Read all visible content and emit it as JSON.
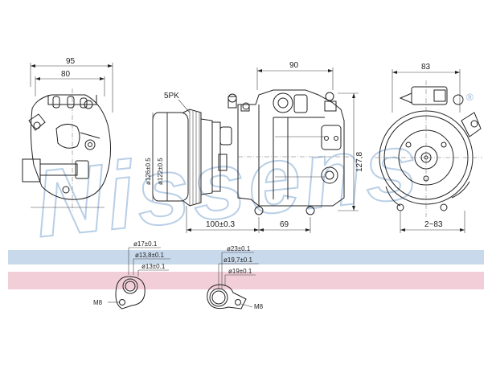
{
  "watermark": {
    "text": "Nissens",
    "registered": "®"
  },
  "colors": {
    "blue_band": "#c9d9ec",
    "pink_band": "#f2cfd8",
    "watermark": "#b9cfe6",
    "line": "#222222"
  },
  "dims": {
    "side_95": "95",
    "side_80": "80",
    "pulley_type": "5PK",
    "pulley_dia_126": "ø126±0.5",
    "pulley_dia_122": "ø122±0.5",
    "body_90": "90",
    "height_127_8": "127,8",
    "len_100": "100±0.3",
    "len_69": "69",
    "front_83": "83",
    "front_2_83": "2~83"
  },
  "fitting_left": {
    "d1": "ø17±0.1",
    "d2": "ø13,8±0.1",
    "d3": "ø13±0.1",
    "thread": "M8"
  },
  "fitting_right": {
    "d1": "ø23±0.1",
    "d2": "ø19,7±0.1",
    "d3": "ø19±0.1",
    "thread": "M8"
  }
}
